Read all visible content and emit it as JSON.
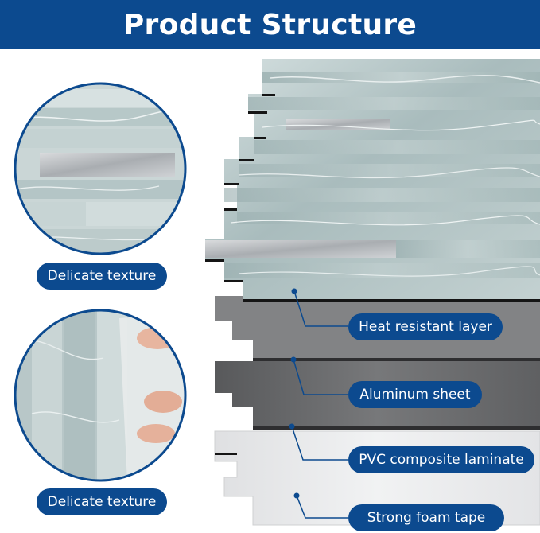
{
  "header": {
    "title": "Product Structure"
  },
  "labels": {
    "texture_top": "Delicate texture",
    "texture_bottom": "Delicate texture"
  },
  "layers": [
    {
      "label": "Heat resistant layer"
    },
    {
      "label": "Aluminum sheet"
    },
    {
      "label": "PVC composite laminate"
    },
    {
      "label": "Strong foam tape"
    }
  ],
  "colors": {
    "brand_blue": "#0c4a8f",
    "marble_light": "#c9d6d6",
    "marble_dark": "#8fa6a7",
    "steel": "#b9bcbf",
    "dark_layer": "#6b6b6d",
    "white_layer": "#e9eaec"
  }
}
